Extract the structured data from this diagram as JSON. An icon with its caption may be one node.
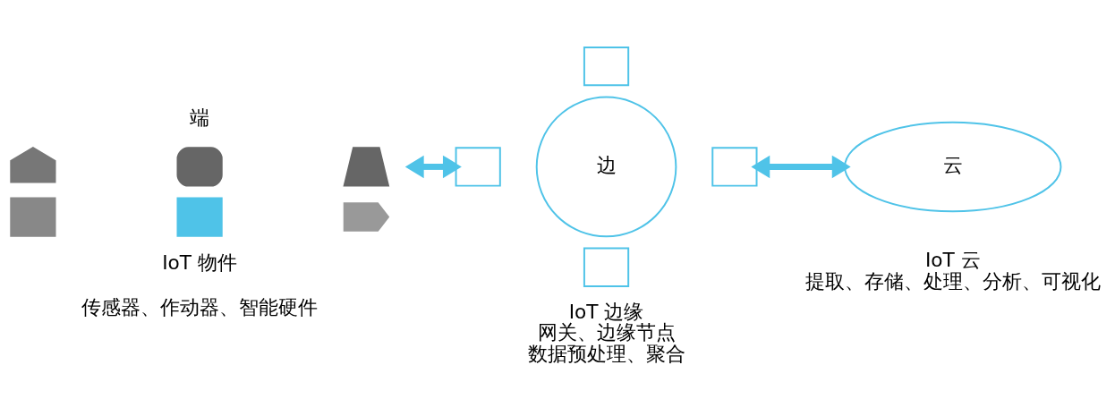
{
  "diagram": {
    "nodes": [
      {
        "text": [],
        "shape": "house"
      },
      {
        "text": [],
        "shape": "phone"
      },
      {
        "text": [],
        "shape": "laptop"
      },
      {
        "text": [],
        "shape": "terminal"
      },
      {
        "text": [],
        "shape": "monitor"
      },
      {
        "text": [],
        "shape": "camera"
      },
      {
        "text": [
          "边"
        ],
        "beside": [
          "IoT 边缘",
          "网关、边缘节点",
          "数据预处理、聚合"
        ]
      },
      {
        "text": [],
        "shape": "box"
      },
      {
        "text": [],
        "shape": "box"
      },
      {
        "text": [],
        "shape": "box"
      },
      {
        "text": [],
        "shape": "box"
      },
      {
        "text": [
          "云"
        ],
        "beside": [
          "IoT 云",
          "提取、存储、处理、分析、可视化"
        ]
      }
    ],
    "edges": [
      {
        "from": null,
        "to": 8,
        "arrow": "both"
      },
      {
        "from": 9,
        "to": 11,
        "arrow": "both"
      }
    ],
    "labels": [
      "端",
      "IoT 物件",
      "传感器、作动器、智能硬件"
    ]
  }
}
